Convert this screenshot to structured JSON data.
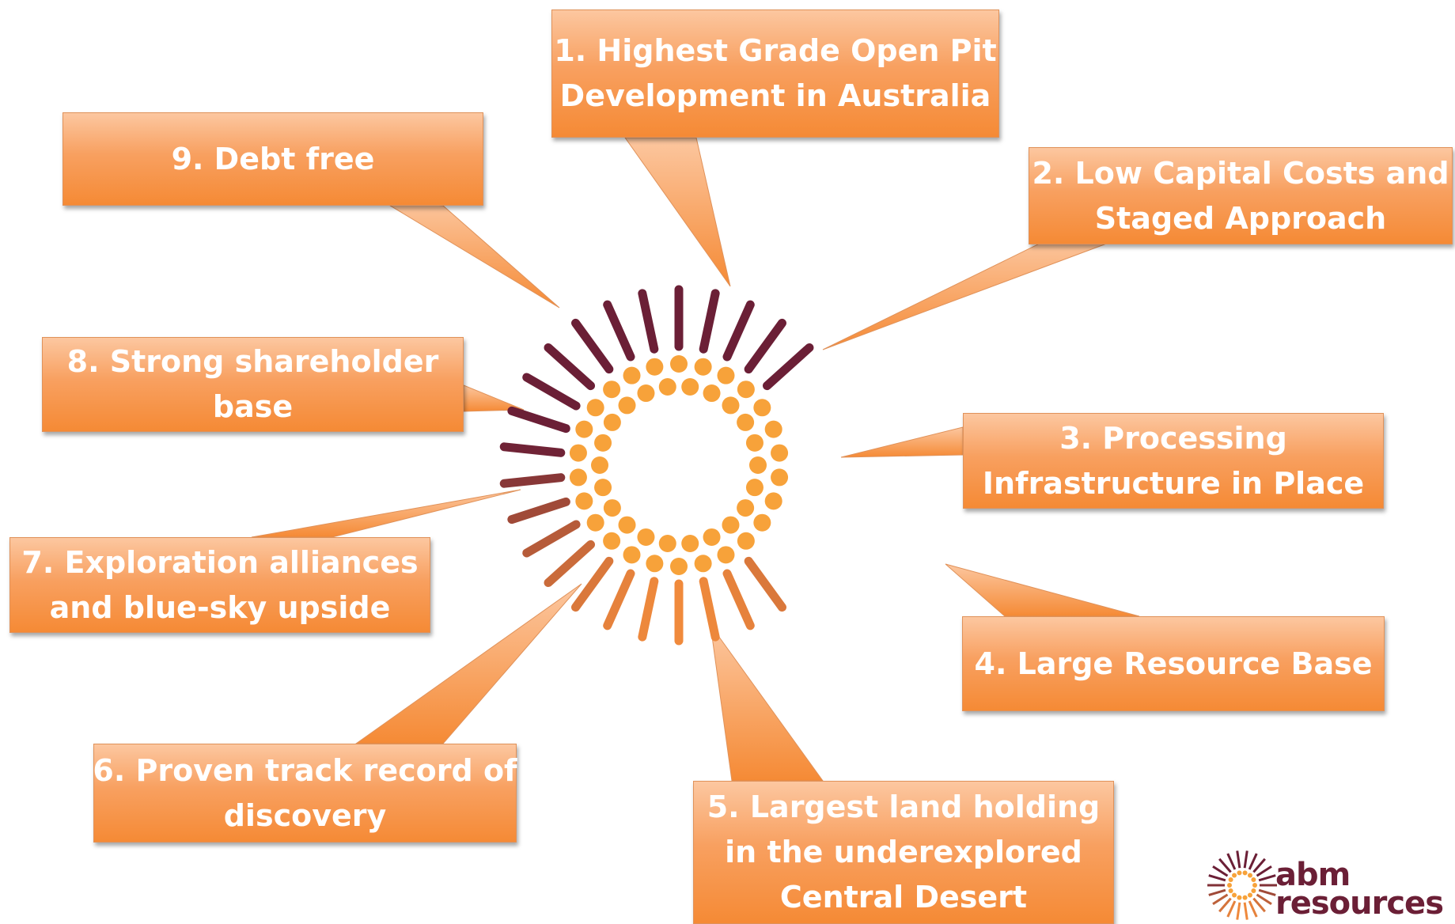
{
  "callouts": [
    {
      "id": 1,
      "lines": [
        "1. Highest Grade Open Pit",
        "Development in Australia"
      ]
    },
    {
      "id": 2,
      "lines": [
        "2. Low Capital Costs and",
        "Staged Approach"
      ]
    },
    {
      "id": 3,
      "lines": [
        "3. Processing",
        "Infrastructure in Place"
      ]
    },
    {
      "id": 4,
      "lines": [
        "4. Large Resource Base"
      ]
    },
    {
      "id": 5,
      "lines": [
        "5. Largest land holding",
        "in the underexplored",
        "Central Desert"
      ]
    },
    {
      "id": 6,
      "lines": [
        "6. Proven track record of",
        "discovery"
      ]
    },
    {
      "id": 7,
      "lines": [
        "7. Exploration alliances",
        "and blue-sky upside"
      ]
    },
    {
      "id": 8,
      "lines": [
        "8. Strong shareholder",
        "base"
      ]
    },
    {
      "id": 9,
      "lines": [
        "9. Debt free"
      ]
    }
  ],
  "logo": {
    "line1": "abm",
    "line2": "resources"
  },
  "colors": {
    "box_light": "#fcc7a0",
    "box_dark": "#f58a35",
    "dot": "#f7a23a",
    "ray_dark": "#6b1f36",
    "ray_light": "#f08a3c"
  }
}
